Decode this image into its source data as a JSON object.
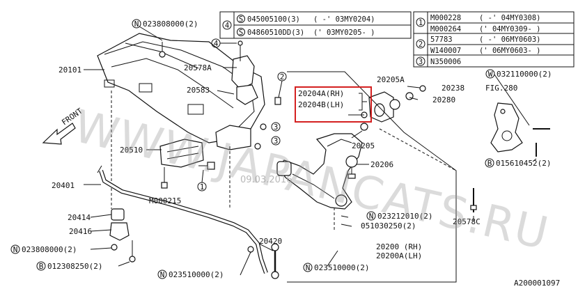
{
  "spec_table": {
    "block4": {
      "marker": "4",
      "rows": [
        {
          "sym": "S",
          "code": "045005100(3)",
          "range": "(     -' 03MY0204)"
        },
        {
          "sym": "S",
          "code": "04860510DD(3)",
          "range": "(' 03MY0205-     )"
        }
      ]
    },
    "block12": {
      "rows": [
        {
          "marker": "1",
          "code": "M000228",
          "range": "(     -' 04MY0308)"
        },
        {
          "marker": "",
          "code": "M000264",
          "range": "(' 04MY0309-     )"
        },
        {
          "marker": "2",
          "code": "57783",
          "range": "(     -' 06MY0603)"
        },
        {
          "marker": "",
          "code": "W140007",
          "range": "(' 06MY0603-     )"
        },
        {
          "marker": "3",
          "code": "N350006",
          "range": ""
        }
      ]
    }
  },
  "labels": {
    "n_023808000_top": "023808000(2)",
    "n_023808000_top_sym": "N",
    "p20101": "20101",
    "p20578a": "20578A",
    "p20583": "20583",
    "p20510": "20510",
    "p20401": "20401",
    "m000215": "M000215",
    "p20414": "20414",
    "p20416": "20416",
    "n_023808000_bot": "023808000(2)",
    "n_023808000_bot_sym": "N",
    "b_012308250": "012308250(2)",
    "b_012308250_sym": "B",
    "n_023510000_left": "023510000(2)",
    "n_023510000_left_sym": "N",
    "p20420": "20420",
    "n_023510000_right": "023510000(2)",
    "n_023510000_right_sym": "N",
    "p20205a": "20205A",
    "p20204a": "20204A(RH)",
    "p20204b": "20204B(LH)",
    "p20238": "20238",
    "p20280": "20280",
    "p20205": "20205",
    "p20206": "20206",
    "n_023212010": "023212010(2)",
    "n_023212010_sym": "N",
    "p051030250": "051030250(2)",
    "p20200": "20200  (RH)",
    "p20200a": "20200A(LH)",
    "p20578c": "20578C",
    "w_032110000": "032110000(2)",
    "w_032110000_sym": "W",
    "fig280": "FIG.280",
    "b_015610452": "015610452(2)",
    "b_015610452_sym": "B",
    "front": "FRONT",
    "callout1": "1",
    "callout2": "2",
    "callout3a": "3",
    "callout3b": "3",
    "callout4": "4",
    "drawing_id": "A200001097"
  },
  "watermark": {
    "text": "WWW.JAPANCATS.RU",
    "date": "09.03.2016"
  },
  "colors": {
    "highlight_box": "#d42020",
    "ink": "#111111",
    "watermark": "#9a9a9a"
  }
}
